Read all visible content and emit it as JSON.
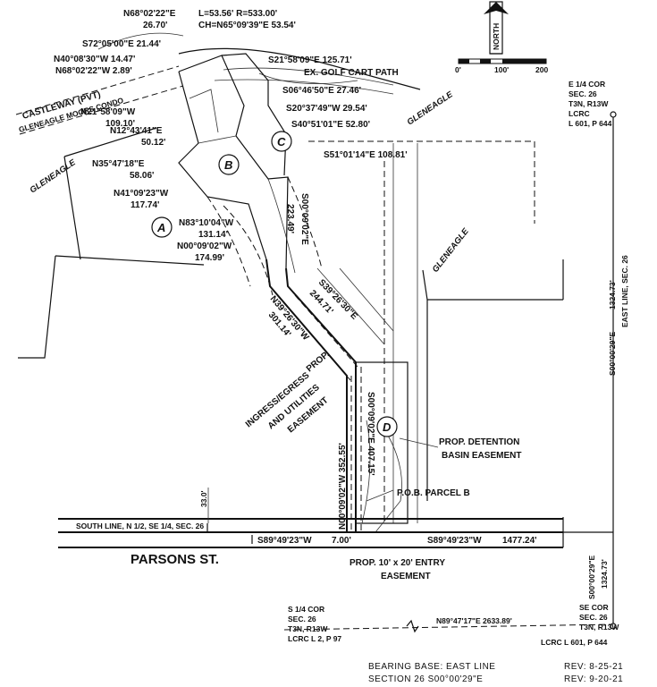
{
  "bearings": {
    "b1": "N68°02'22\"E",
    "b1_dist": "26.70'",
    "curve": "L=53.56' R=533.00'",
    "chord": "CH=N65°09'39\"E 53.54'",
    "b2": "S72°05'00\"E 21.44'",
    "b3": "N40°08'30\"W 14.47'",
    "b4": "N68°02'22\"W 2.89'",
    "b5": "S21°58'09\"E 125.71'",
    "b6": "S06°46'50\"E 27.46'",
    "b7": "S20°37'49\"W 29.54'",
    "b8": "S40°51'01\"E 52.80'",
    "b9": "S51°01'14\"E 108.81'",
    "b10": "N21°58'09\"W",
    "b10_dist": "109.10'",
    "b11": "N12°43'41\"E",
    "b11_dist": "50.12'",
    "b12": "N35°47'18\"E",
    "b12_dist": "58.06'",
    "b13": "N41°09'23\"W",
    "b13_dist": "117.74'",
    "b14": "N83°10'04\"W",
    "b14_dist": "131.14'",
    "b15": "N00°09'02\"W",
    "b15_dist": "174.99'",
    "b16": "S00°09'02\"E",
    "b16_dist": "223.49'",
    "b17": "S39°26'30\"E",
    "b17_dist": "244.71'",
    "b18": "N39°26'30\"W",
    "b18_dist": "301.14'",
    "b19": "N00°09'02\"W 352.55'",
    "b20": "S00°09'02\"E 407.15'",
    "b21": "S00°00'29\"E",
    "b21_dist": "1324.73'",
    "b22": "S00°00'29\"E",
    "b22_dist": "1324.73'",
    "b23": "N89°47'17\"E 2633.89'",
    "b24": "S89°49'23\"W",
    "b24_dist": "7.00'",
    "b25": "S89°49'23\"W",
    "b25_dist": "1477.24'",
    "b26": "33.0'"
  },
  "labels": {
    "cart_path": "EX. GOLF CART PATH",
    "castleway": "CASTLEWAY (PVT)",
    "condo": "GLENEAGLE MOORS CONDO",
    "gleneagle_1": "GLENEAGLE",
    "gleneagle_2": "GLENEAGLE",
    "gleneagle_3": "GLENEAGLE",
    "east_line": "EAST LINE, SEC. 26",
    "ingress_1": "PROP.",
    "ingress_2": "INGRESS/EGRESS",
    "ingress_3": "AND UTILITIES",
    "ingress_4": "EASEMENT",
    "detention_1": "PROP. DETENTION",
    "detention_2": "BASIN EASEMENT",
    "pob": "P.O.B. PARCEL B",
    "south_line": "SOUTH LINE, N 1/2, SE 1/4, SEC. 26",
    "parsons": "PARSONS ST.",
    "entry_1": "PROP. 10' x 20' ENTRY",
    "entry_2": "EASEMENT",
    "north": "NORTH",
    "parcel_a": "A",
    "parcel_b": "B",
    "parcel_c": "C",
    "parcel_d": "D"
  },
  "scale": {
    "t0": "0'",
    "t100": "100'",
    "t200": "200"
  },
  "corner_e": [
    "E 1/4 COR",
    "SEC. 26",
    "T3N, R13W",
    "LCRC",
    "L 601, P 644"
  ],
  "corner_s": [
    "S 1/4 COR",
    "SEC. 26",
    "T3N, R13W",
    "LCRC L 2, P 97"
  ],
  "corner_se": [
    "SE COR",
    "SEC. 26",
    "T3N, R13W",
    "LCRC L 601, P 644"
  ],
  "footer": {
    "basis_1": "BEARING BASE:  EAST LINE",
    "basis_2": "SECTION 26  S00°00'29\"E",
    "rev_1": "REV:  8-25-21",
    "rev_2": "REV:  9-20-21"
  }
}
